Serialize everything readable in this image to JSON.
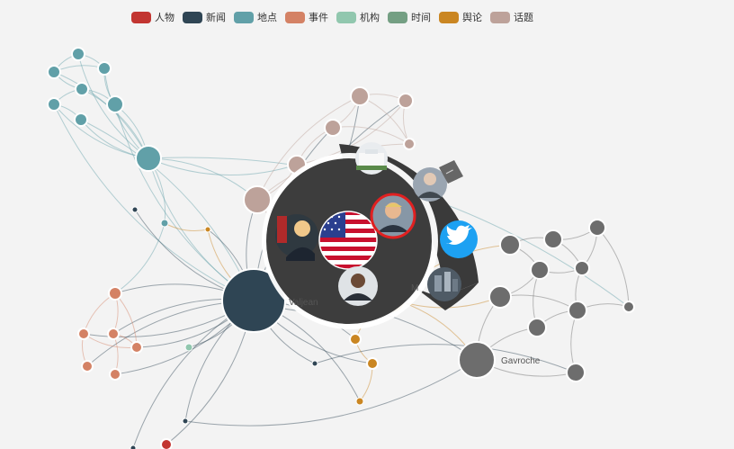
{
  "legend": [
    {
      "label": "人物",
      "color": "#c23531"
    },
    {
      "label": "新闻",
      "color": "#2f4554"
    },
    {
      "label": "地点",
      "color": "#61a0a8"
    },
    {
      "label": "事件",
      "color": "#d48265"
    },
    {
      "label": "机构",
      "color": "#91c7ae"
    },
    {
      "label": "时间",
      "color": "#749f83"
    },
    {
      "label": "舆论",
      "color": "#ca8622"
    },
    {
      "label": "话题",
      "color": "#bda29a"
    }
  ],
  "labels": {
    "valjean": "Valjean",
    "gavroche": "Gavroche",
    "marius_partial": "M"
  },
  "menu": {
    "center_icon": "us-flag-icon",
    "items": [
      {
        "name": "hillary-photo-icon"
      },
      {
        "name": "trump-photo-icon"
      },
      {
        "name": "obama-photo-icon"
      }
    ],
    "outer_items": [
      {
        "name": "white-house-photo-icon"
      },
      {
        "name": "person-photo-icon"
      },
      {
        "name": "twitter-icon"
      },
      {
        "name": "city-photo-icon"
      }
    ],
    "tag_icon": "tag-icon"
  }
}
